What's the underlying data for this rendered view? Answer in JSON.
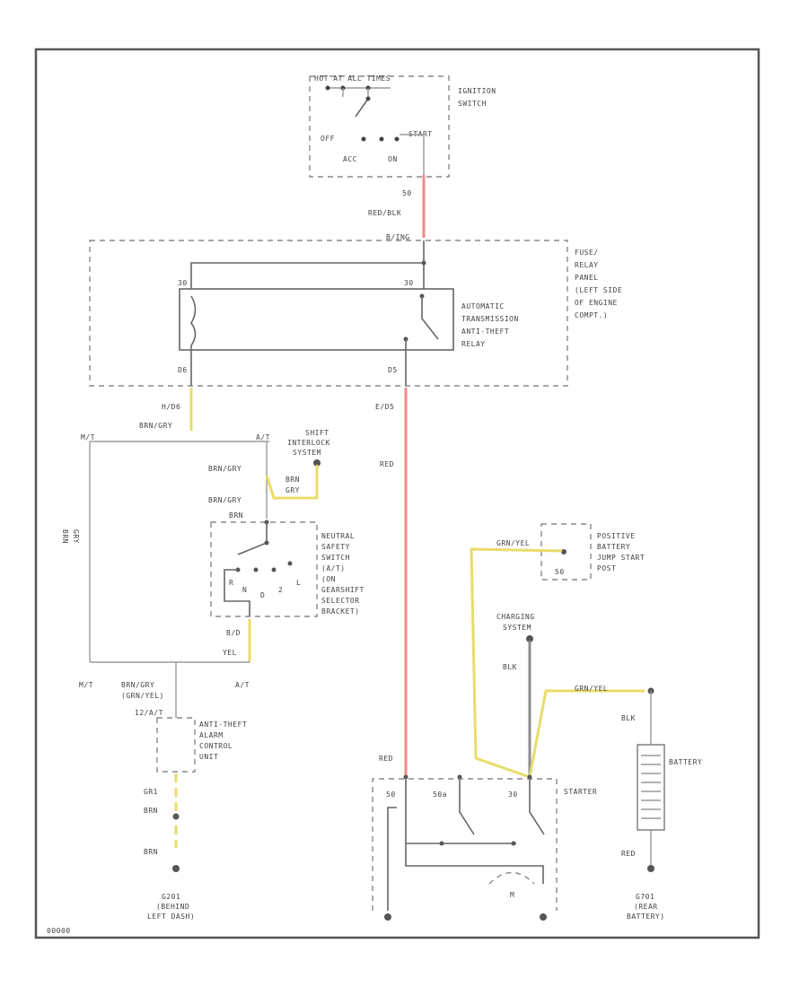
{
  "labels": {
    "hot_at_all_times": "HOT AT ALL TIMES",
    "ignition_switch_1": "IGNITION",
    "ignition_switch_2": "SWITCH",
    "sw_off": "OFF",
    "sw_start": "START",
    "sw_acc": "ACC",
    "sw_on": "ON",
    "wire_50": "50",
    "wire_redblk": "RED/BLK",
    "conn_b_top": "B/ING",
    "fuse_panel": [
      "FUSE/",
      "RELAY",
      "PANEL",
      "(LEFT SIDE",
      "OF ENGINE",
      "COMPT.)"
    ],
    "relay_name": [
      "AUTOMATIC",
      "TRANSMISSION",
      "ANTI-THEFT",
      "RELAY"
    ],
    "relay_pin_left": "30",
    "relay_pin_right": "30",
    "panel_pin_left": "D6",
    "panel_pin_right": "D5",
    "wire_h_left": "H/D6",
    "wire_brngry": "BRN/GRY",
    "wire_e_right": "E/D5",
    "mt": "M/T",
    "at": "A/T",
    "shift_interlock": [
      "SHIFT",
      "INTERLOCK",
      "SYSTEM"
    ],
    "wire_brngry2": "BRN/GRY",
    "wire_brn_gry_small_1": "BRN",
    "wire_brn_gry_small_2": "GRY",
    "wire_brngry3": "BRN/GRY",
    "wire_red": "RED",
    "wire_brn_gry_left_1": "BRN",
    "wire_brn_gry_left_2": "GRY",
    "wire_brn_ns": "BRN",
    "neutral_safety": [
      "NEUTRAL",
      "SAFETY",
      "SWITCH",
      "(A/T)",
      "(ON",
      "GEARSHIFT",
      "SELECTOR",
      "BRACKET)"
    ],
    "nss_positions": [
      "R",
      "N",
      "D",
      "2",
      "L"
    ],
    "wire_bfd": "B/D",
    "wire_yel": "YEL",
    "pos_batt": [
      "POSITIVE",
      "BATTERY",
      "JUMP START",
      "POST"
    ],
    "wire_grnyel": "GRN/YEL",
    "pin_50": "50",
    "charging": [
      "CHARGING",
      "SYSTEM"
    ],
    "wire_blk": "BLK",
    "wire_grnyel2": "GRN/YEL",
    "mt2": "M/T",
    "at2": "A/T",
    "wire_brngry_bottom": "BRN/GRY",
    "wire_grnyel_bottom": "(GRN/YEL)",
    "pin_12": "12/A/T",
    "anti_theft": [
      "ANTI-THEFT",
      "ALARM",
      "CONTROL",
      "UNIT"
    ],
    "wire_blk2": "BLK",
    "battery": "BATTERY",
    "wire_red2": "RED",
    "starter": "STARTER",
    "st_50": "50",
    "st_50a": "50a",
    "st_30": "30",
    "wire_g1": "GR1",
    "wire_brn1": "BRN",
    "wire_brn2": "BRN",
    "starter_m": "M",
    "wire_red3": "RED",
    "ground_left": [
      "G201",
      "(BEHIND",
      "LEFT DASH)"
    ],
    "ground_right": [
      "G701",
      "(REAR",
      "BATTERY)"
    ],
    "figure_id": "00000"
  }
}
